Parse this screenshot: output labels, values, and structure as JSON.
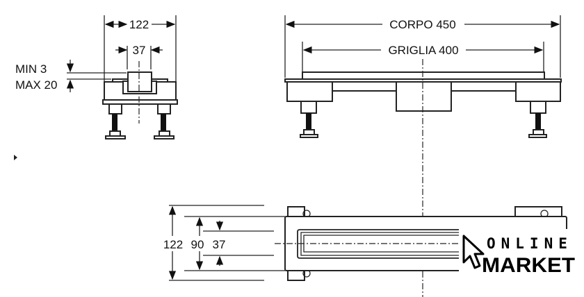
{
  "side_view": {
    "width_label": "122",
    "outlet_label": "37",
    "min_label": "MIN 3",
    "max_label": "MAX 20"
  },
  "front_view": {
    "body_label": "CORPO 450",
    "grate_label": "GRIGLIA 400"
  },
  "top_view": {
    "width_122": "122",
    "width_90": "90",
    "width_37": "37"
  },
  "logo": {
    "line1": "ONLINE",
    "line2": "MARKET"
  }
}
